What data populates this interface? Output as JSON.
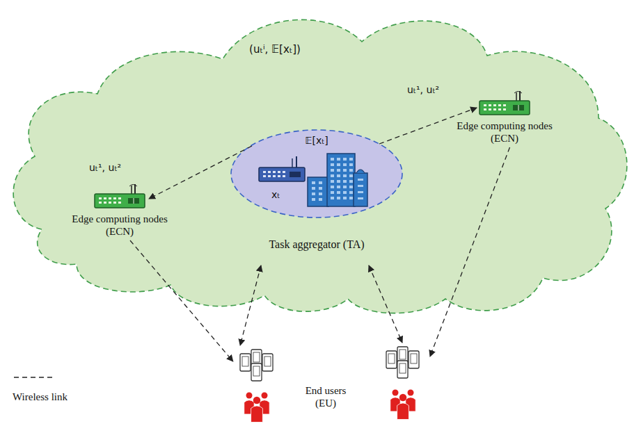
{
  "diagram": {
    "nodes": [
      {
        "text": [
          "(uₜⁱ, 𝔼[xₜ])"
        ]
      },
      {
        "text": [
          "𝔼[xₜ]",
          "xₜ",
          "Task aggregator (TA)"
        ],
        "in": 0
      },
      {
        "text": [
          "Edge computing nodes (ECN)"
        ],
        "in": 0
      },
      {
        "text": [
          "Edge computing nodes (ECN)"
        ],
        "in": 0
      },
      {
        "text": [
          "End users (EU)"
        ]
      }
    ],
    "edges": [
      {
        "from": 1,
        "to": 2,
        "arrow": "to",
        "label": "uₜ¹, uₜ²"
      },
      {
        "from": 1,
        "to": 3,
        "arrow": "to",
        "label": "uₜ¹, uₜ²"
      },
      {
        "from": 2,
        "to": 4,
        "arrow": "to"
      },
      {
        "from": 1,
        "to": 4,
        "arrow": "both"
      },
      {
        "from": 1,
        "to": 4,
        "arrow": "both"
      },
      {
        "from": 3,
        "to": 4,
        "arrow": "to"
      }
    ],
    "legend": [
      {
        "text": "Wireless link"
      }
    ]
  }
}
